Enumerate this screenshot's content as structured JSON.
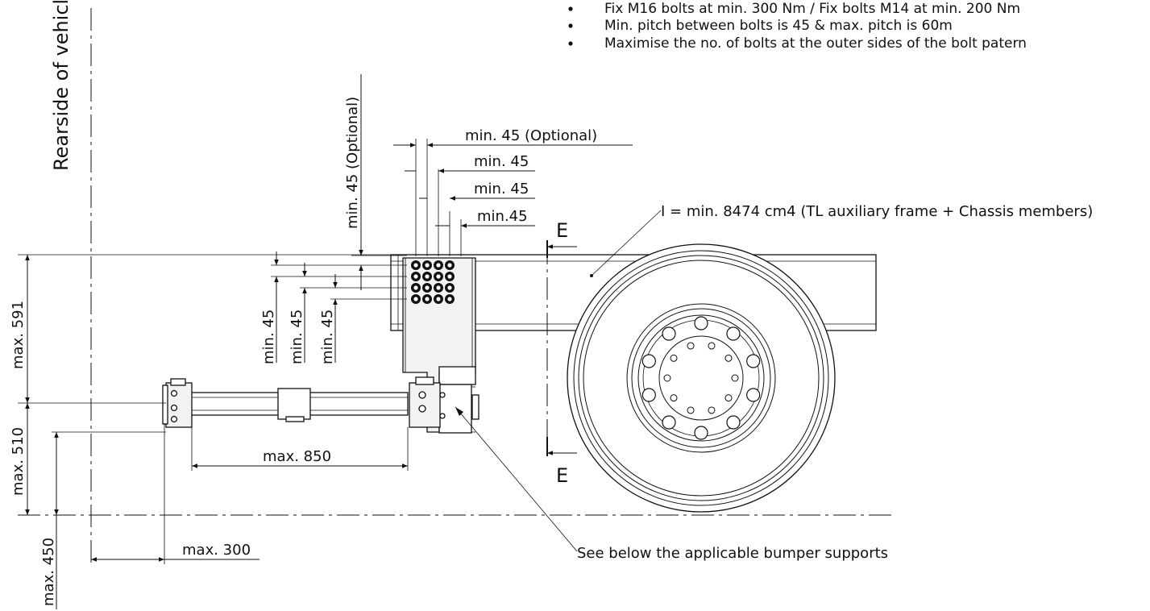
{
  "notes": [
    "Fix M16 bolts at min. 300 Nm / Fix bolts M14 at min. 200 Nm",
    "Min. pitch between bolts is 45 & max. pitch is 60m",
    "Maximise  the no. of bolts at the outer sides of the bolt patern"
  ],
  "labels": {
    "rearside": "Rearside of vehicle",
    "inertia": "I = min. 8474 cm4 (TL auxiliary frame + Chassis members)",
    "bumper": "See below the applicable bumper supports",
    "section_top": "E",
    "section_bottom": "E"
  },
  "dimensions": {
    "h_opt": "min. 45 (Optional)",
    "h1": "min. 45",
    "h2": "min. 45",
    "h3": "min.45",
    "v_opt": "min. 45 (Optional)",
    "v1": "min. 45",
    "v2": "min. 45",
    "v3": "min. 45",
    "max591": "max. 591",
    "max510": "max. 510",
    "max450": "max. 450",
    "max850": "max. 850",
    "max300": "max. 300"
  }
}
